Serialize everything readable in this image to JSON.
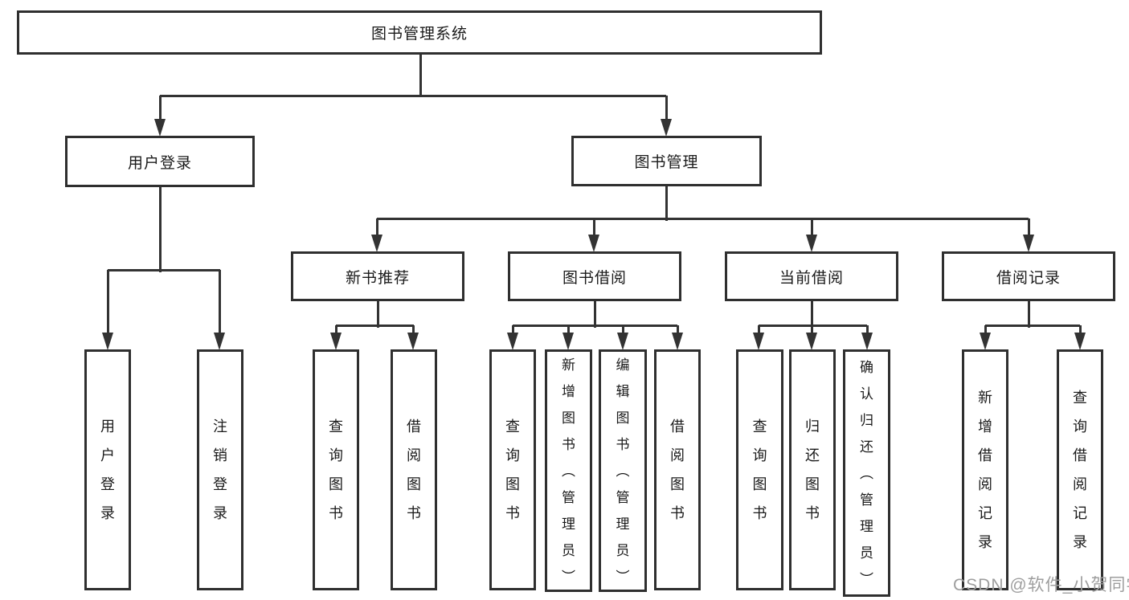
{
  "nodes": {
    "root": {
      "label": "图书管理系统"
    },
    "level2": [
      {
        "label": "用户登录"
      },
      {
        "label": "图书管理"
      }
    ],
    "sections": [
      {
        "label": "新书推荐"
      },
      {
        "label": "图书借阅"
      },
      {
        "label": "当前借阅"
      },
      {
        "label": "借阅记录"
      }
    ],
    "leaves": [
      {
        "label": "用户登录"
      },
      {
        "label": "注销登录"
      },
      {
        "label": "查询图书"
      },
      {
        "label": "借阅图书"
      },
      {
        "label": "查询图书"
      },
      {
        "label": "新增图书（管理员）"
      },
      {
        "label": "编辑图书（管理员）"
      },
      {
        "label": "借阅图书"
      },
      {
        "label": "查询图书"
      },
      {
        "label": "归还图书"
      },
      {
        "label": "确认归还（管理员）"
      },
      {
        "label": "新增借阅记录"
      },
      {
        "label": "查询借阅记录"
      }
    ]
  },
  "watermark": {
    "text": "CSDN @软件_小贺同学"
  },
  "colors": {
    "line": "#333333",
    "box_border": "#2f2f2f",
    "text": "#1a1a1a",
    "watermark": "#9e9e9e",
    "background": "#ffffff"
  }
}
